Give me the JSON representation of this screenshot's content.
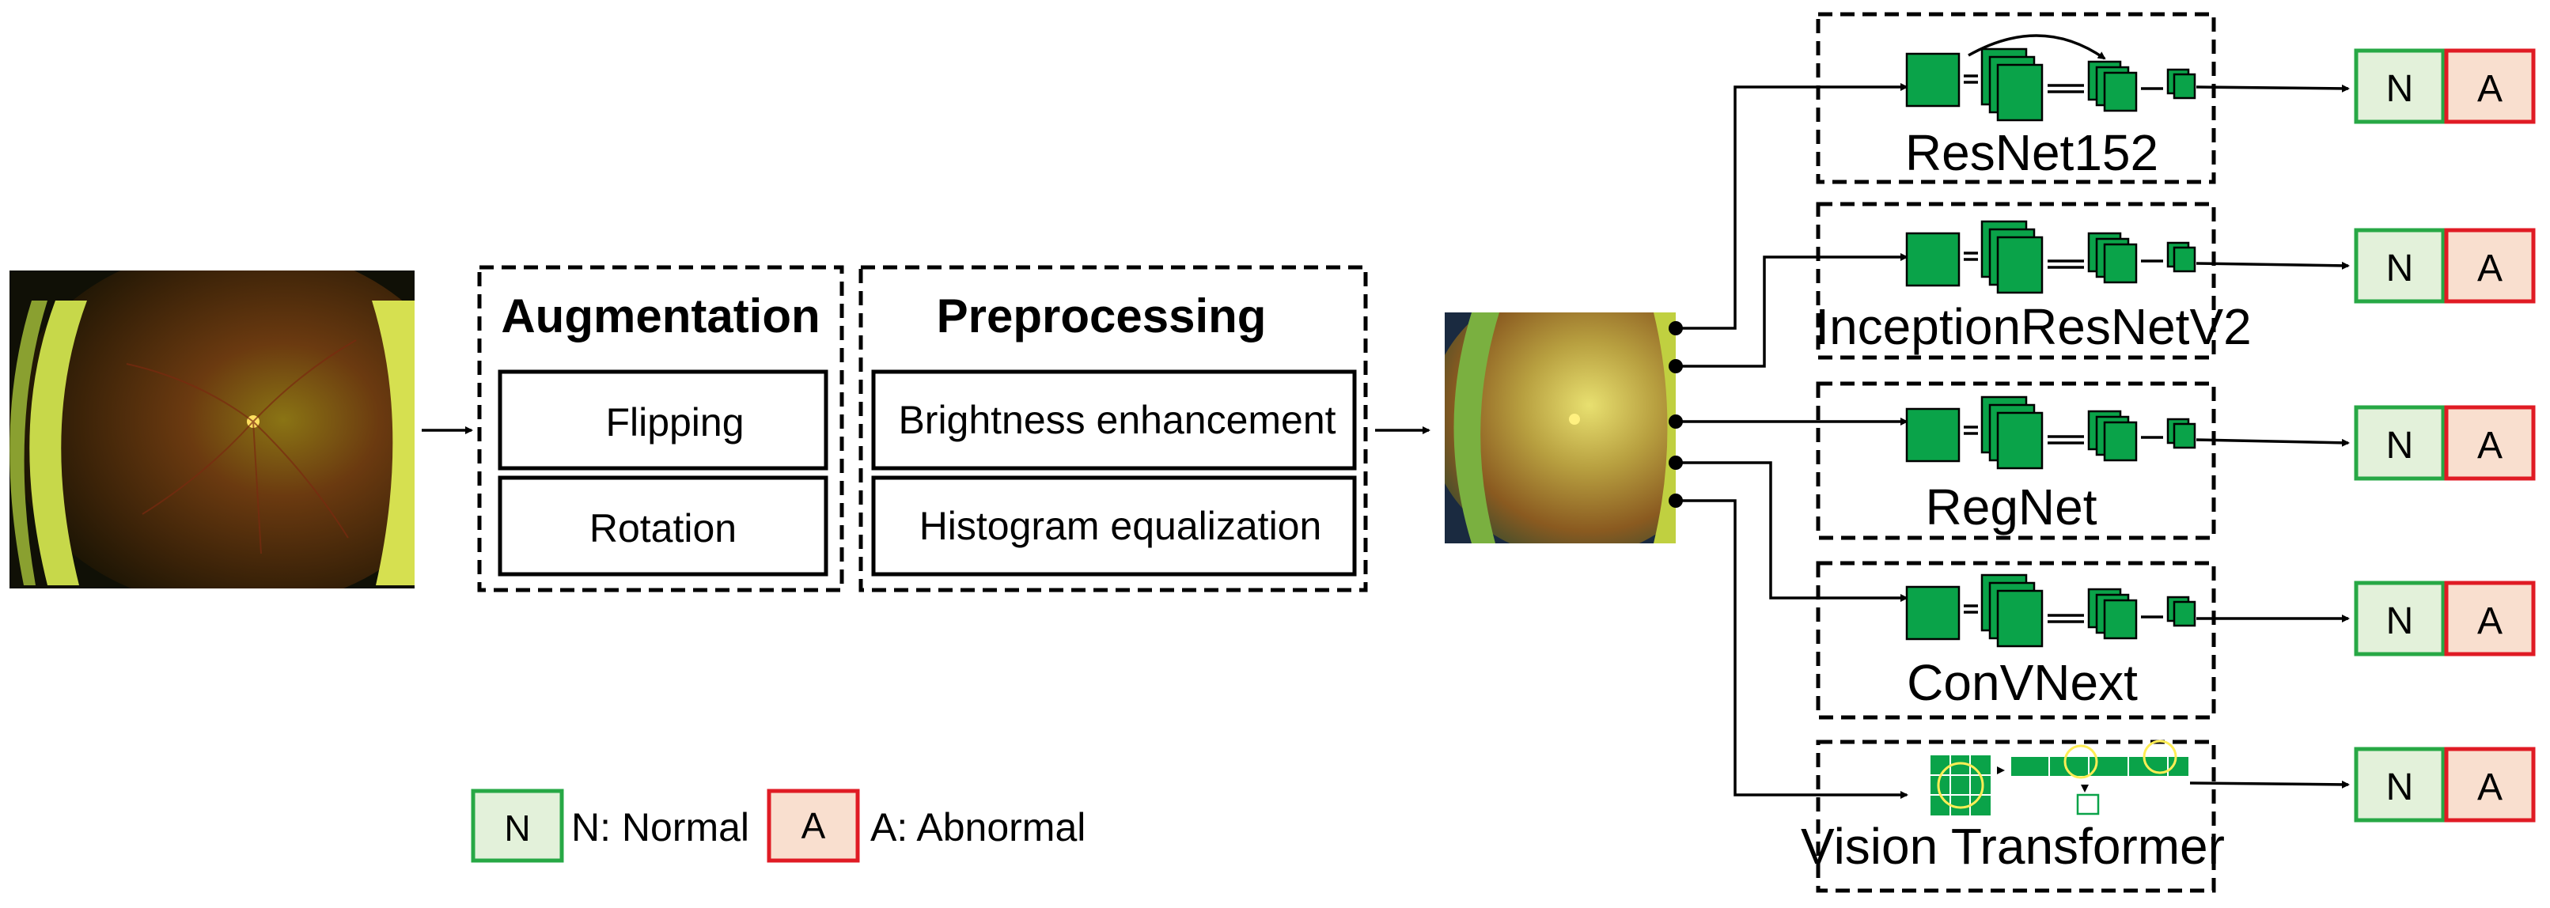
{
  "augmentation": {
    "title": "Augmentation",
    "items": [
      "Flipping",
      "Rotation"
    ]
  },
  "preprocessing": {
    "title": "Preprocessing",
    "items": [
      "Brightness enhancement",
      "Histogram equalization"
    ]
  },
  "models": [
    {
      "name": "ResNet152",
      "icon": "cnn-stack-icon"
    },
    {
      "name": "InceptionResNetV2",
      "icon": "cnn-stack-icon"
    },
    {
      "name": "RegNet",
      "icon": "cnn-stack-icon"
    },
    {
      "name": "ConVNext",
      "icon": "cnn-stack-icon"
    },
    {
      "name": "Vision Transformer",
      "icon": "vit-patch-icon"
    }
  ],
  "outputs": {
    "normal": "N",
    "abnormal": "A"
  },
  "legend": {
    "normal_key": "N",
    "normal_label": "N: Normal",
    "abnormal_key": "A",
    "abnormal_label": "A: Abnormal"
  },
  "colors": {
    "normal_border": "#27a845",
    "normal_fill": "#e3f1da",
    "abnormal_border": "#e01b24",
    "abnormal_fill": "#f9dfcf",
    "block_green": "#0aa349"
  }
}
